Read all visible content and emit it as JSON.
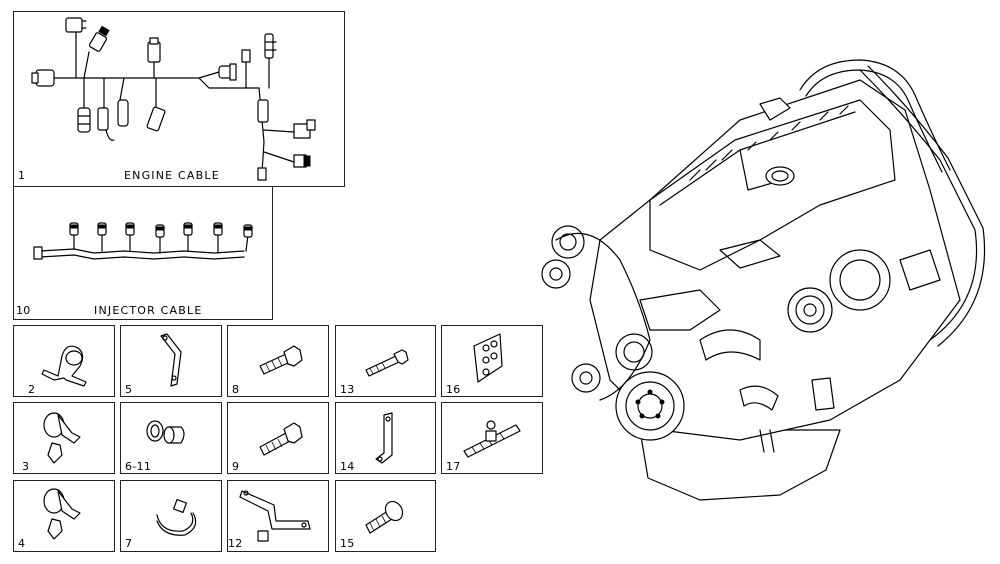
{
  "cables": [
    {
      "number": "1",
      "caption": "ENGINE CABLE"
    },
    {
      "number": "10",
      "caption": "INJECTOR CABLE"
    }
  ],
  "parts": [
    {
      "label": "2",
      "icon": "p-clamp-icon"
    },
    {
      "label": "5",
      "icon": "bent-bracket-icon"
    },
    {
      "label": "8",
      "icon": "short-bolt-icon"
    },
    {
      "label": "13",
      "icon": "long-bolt-icon"
    },
    {
      "label": "16",
      "icon": "perforated-plate-icon"
    },
    {
      "label": "3",
      "icon": "cable-clip-icon"
    },
    {
      "label": "6-11",
      "icon": "seal-and-plug-icon"
    },
    {
      "label": "9",
      "icon": "bolt-icon"
    },
    {
      "label": "14",
      "icon": "l-bracket-icon"
    },
    {
      "label": "17",
      "icon": "cable-tie-mount-icon"
    },
    {
      "label": "4",
      "icon": "cable-clip-icon"
    },
    {
      "label": "7",
      "icon": "cable-tie-icon"
    },
    {
      "label": "12",
      "icon": "z-bracket-icon"
    },
    {
      "label": "15",
      "icon": "stud-icon"
    }
  ],
  "engine": {
    "icon": "engine-assembly-icon"
  }
}
